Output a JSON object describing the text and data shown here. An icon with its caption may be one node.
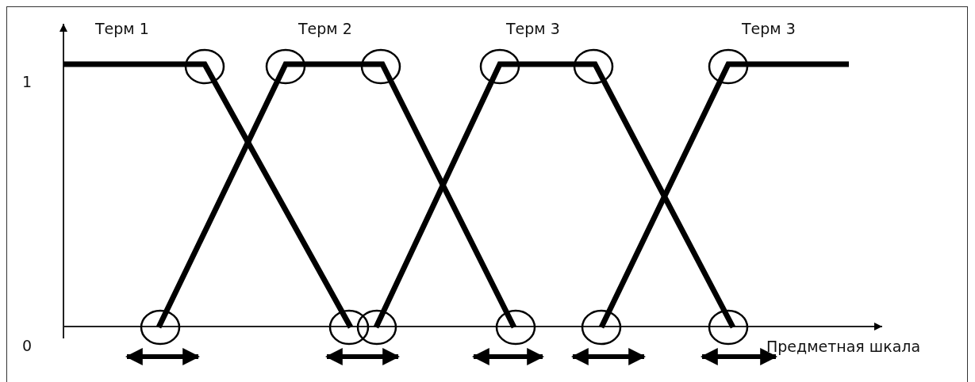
{
  "diagram": {
    "labels": [
      "Терм 1",
      "Терм 2",
      "Терм 3",
      "Терм 3",
      "1",
      "0",
      "Предметная шкала"
    ]
  }
}
